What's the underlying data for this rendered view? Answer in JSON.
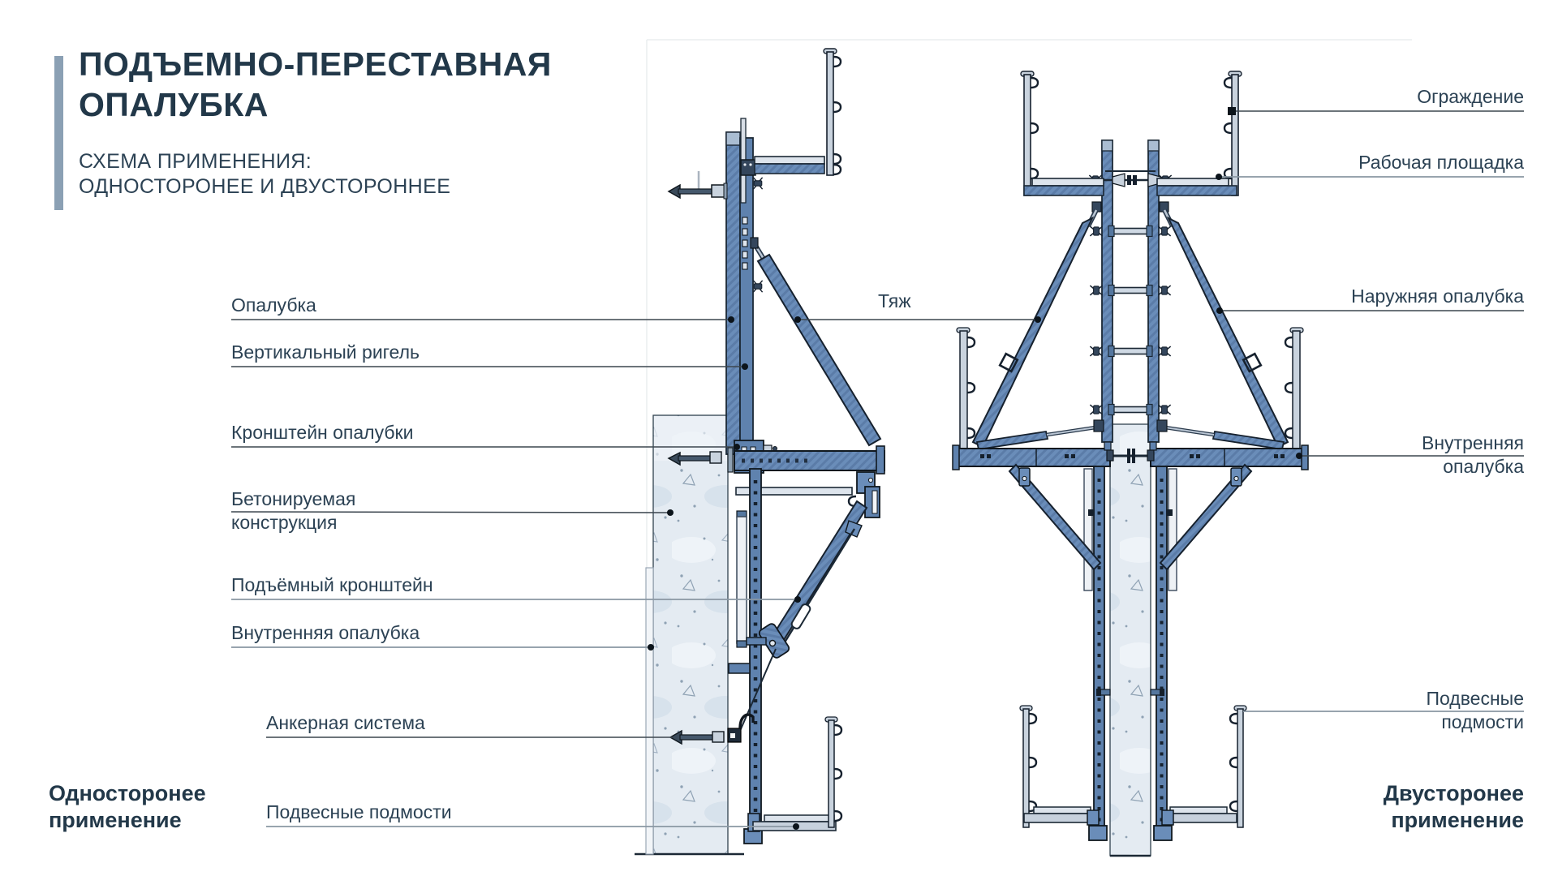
{
  "header": {
    "title_line1": "ПОДЪЕМНО-ПЕРЕСТАВНАЯ",
    "title_line2": "ОПАЛУБКА",
    "subtitle_line1": "СХЕМА ПРИМЕНЕНИЯ:",
    "subtitle_line2": "ОДНОСТОРОНЕЕ И ДВУСТОРОННЕЕ"
  },
  "labels_left": {
    "opalubka": "Опалубка",
    "vertikalny_rigel": "Вертикальный ригель",
    "kronshtein_opalubki": "Кронштейн опалубки",
    "betoniruemaya_line1": "Бетонируемая",
    "betoniruemaya_line2": "конструкция",
    "podyomny_kronshtein": "Подъёмный кронштейн",
    "vnutrennyaya_opalubka": "Внутренняя опалубка",
    "ankernaya_sistema": "Анкерная система",
    "podvesnye_podmosti": "Подвесные подмости"
  },
  "labels_middle": {
    "tyazh": "Тяж"
  },
  "labels_right": {
    "ograzhdenie": "Ограждение",
    "rabochaya_ploshchadka": "Рабочая площадка",
    "naruzhnyaya_opalubka": "Наружняя опалубка",
    "vnutrennyaya_line1": "Внутренняя",
    "vnutrennyaya_line2": "опалубка",
    "podvesnye_line1": "Подвесные",
    "podvesnye_line2": "подмости"
  },
  "captions": {
    "left_line1": "Односторонее",
    "left_line2": "применение",
    "right_line1": "Двусторонее",
    "right_line2": "применение"
  },
  "colors": {
    "accent": "#8ba0b4",
    "heading": "#223849",
    "label": "#2c4254",
    "steel_blue": "#6a8db9",
    "steel_dark": "#55779f",
    "steel_light": "#cdd7e2",
    "concrete": "#e4ebf2",
    "outline": "#1b2835",
    "leader_dark": "#3c464f",
    "leader_gray": "#8a97a3"
  }
}
